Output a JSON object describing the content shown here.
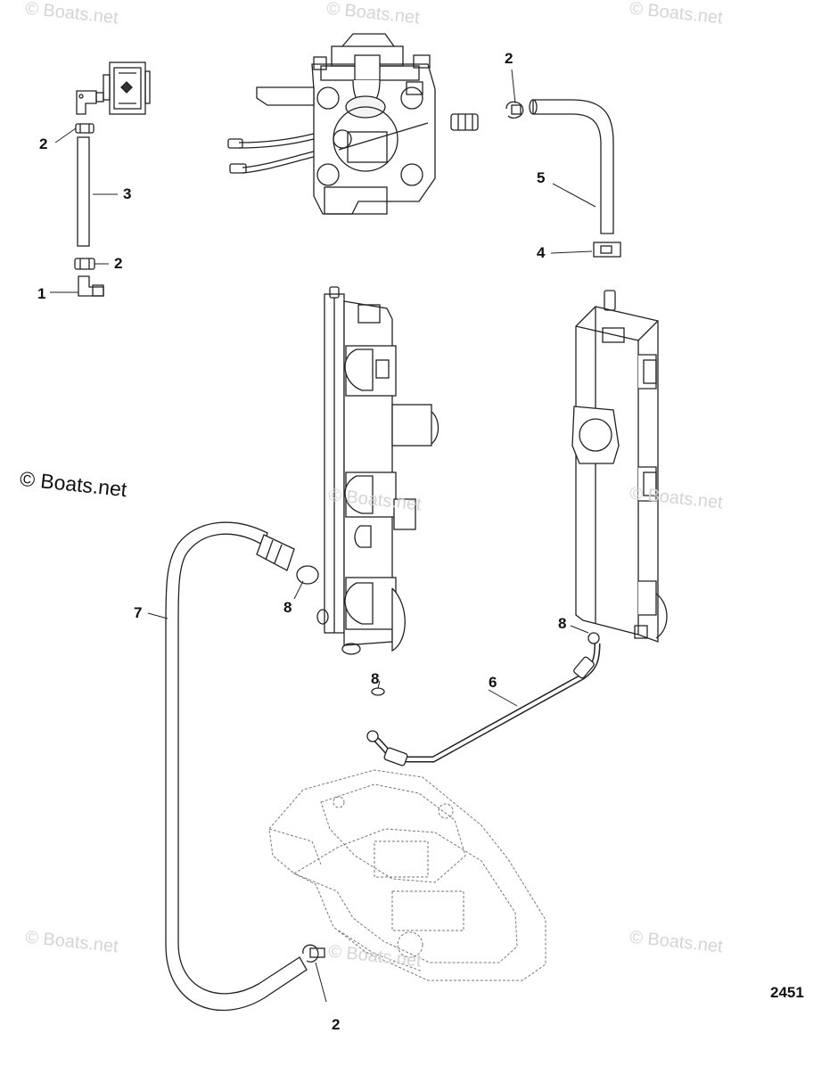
{
  "watermarks": {
    "tl": "© Boats.net",
    "tc": "© Boats.net",
    "tr": "© Boats.net",
    "main": "© Boats.net",
    "mc": "© Boats.net",
    "mr": "© Boats.net",
    "bl": "© Boats.net",
    "bc": "© Boats.net",
    "br": "© Boats.net"
  },
  "callouts": {
    "c2_tl": "2",
    "c3": "3",
    "c2_ml": "2",
    "c1": "1",
    "c2_tr": "2",
    "c5": "5",
    "c4": "4",
    "c7": "7",
    "c8_left": "8",
    "c8_right": "8",
    "c6": "6",
    "c8_mid": "8",
    "c2_bottom": "2"
  },
  "figure_number": "2451"
}
